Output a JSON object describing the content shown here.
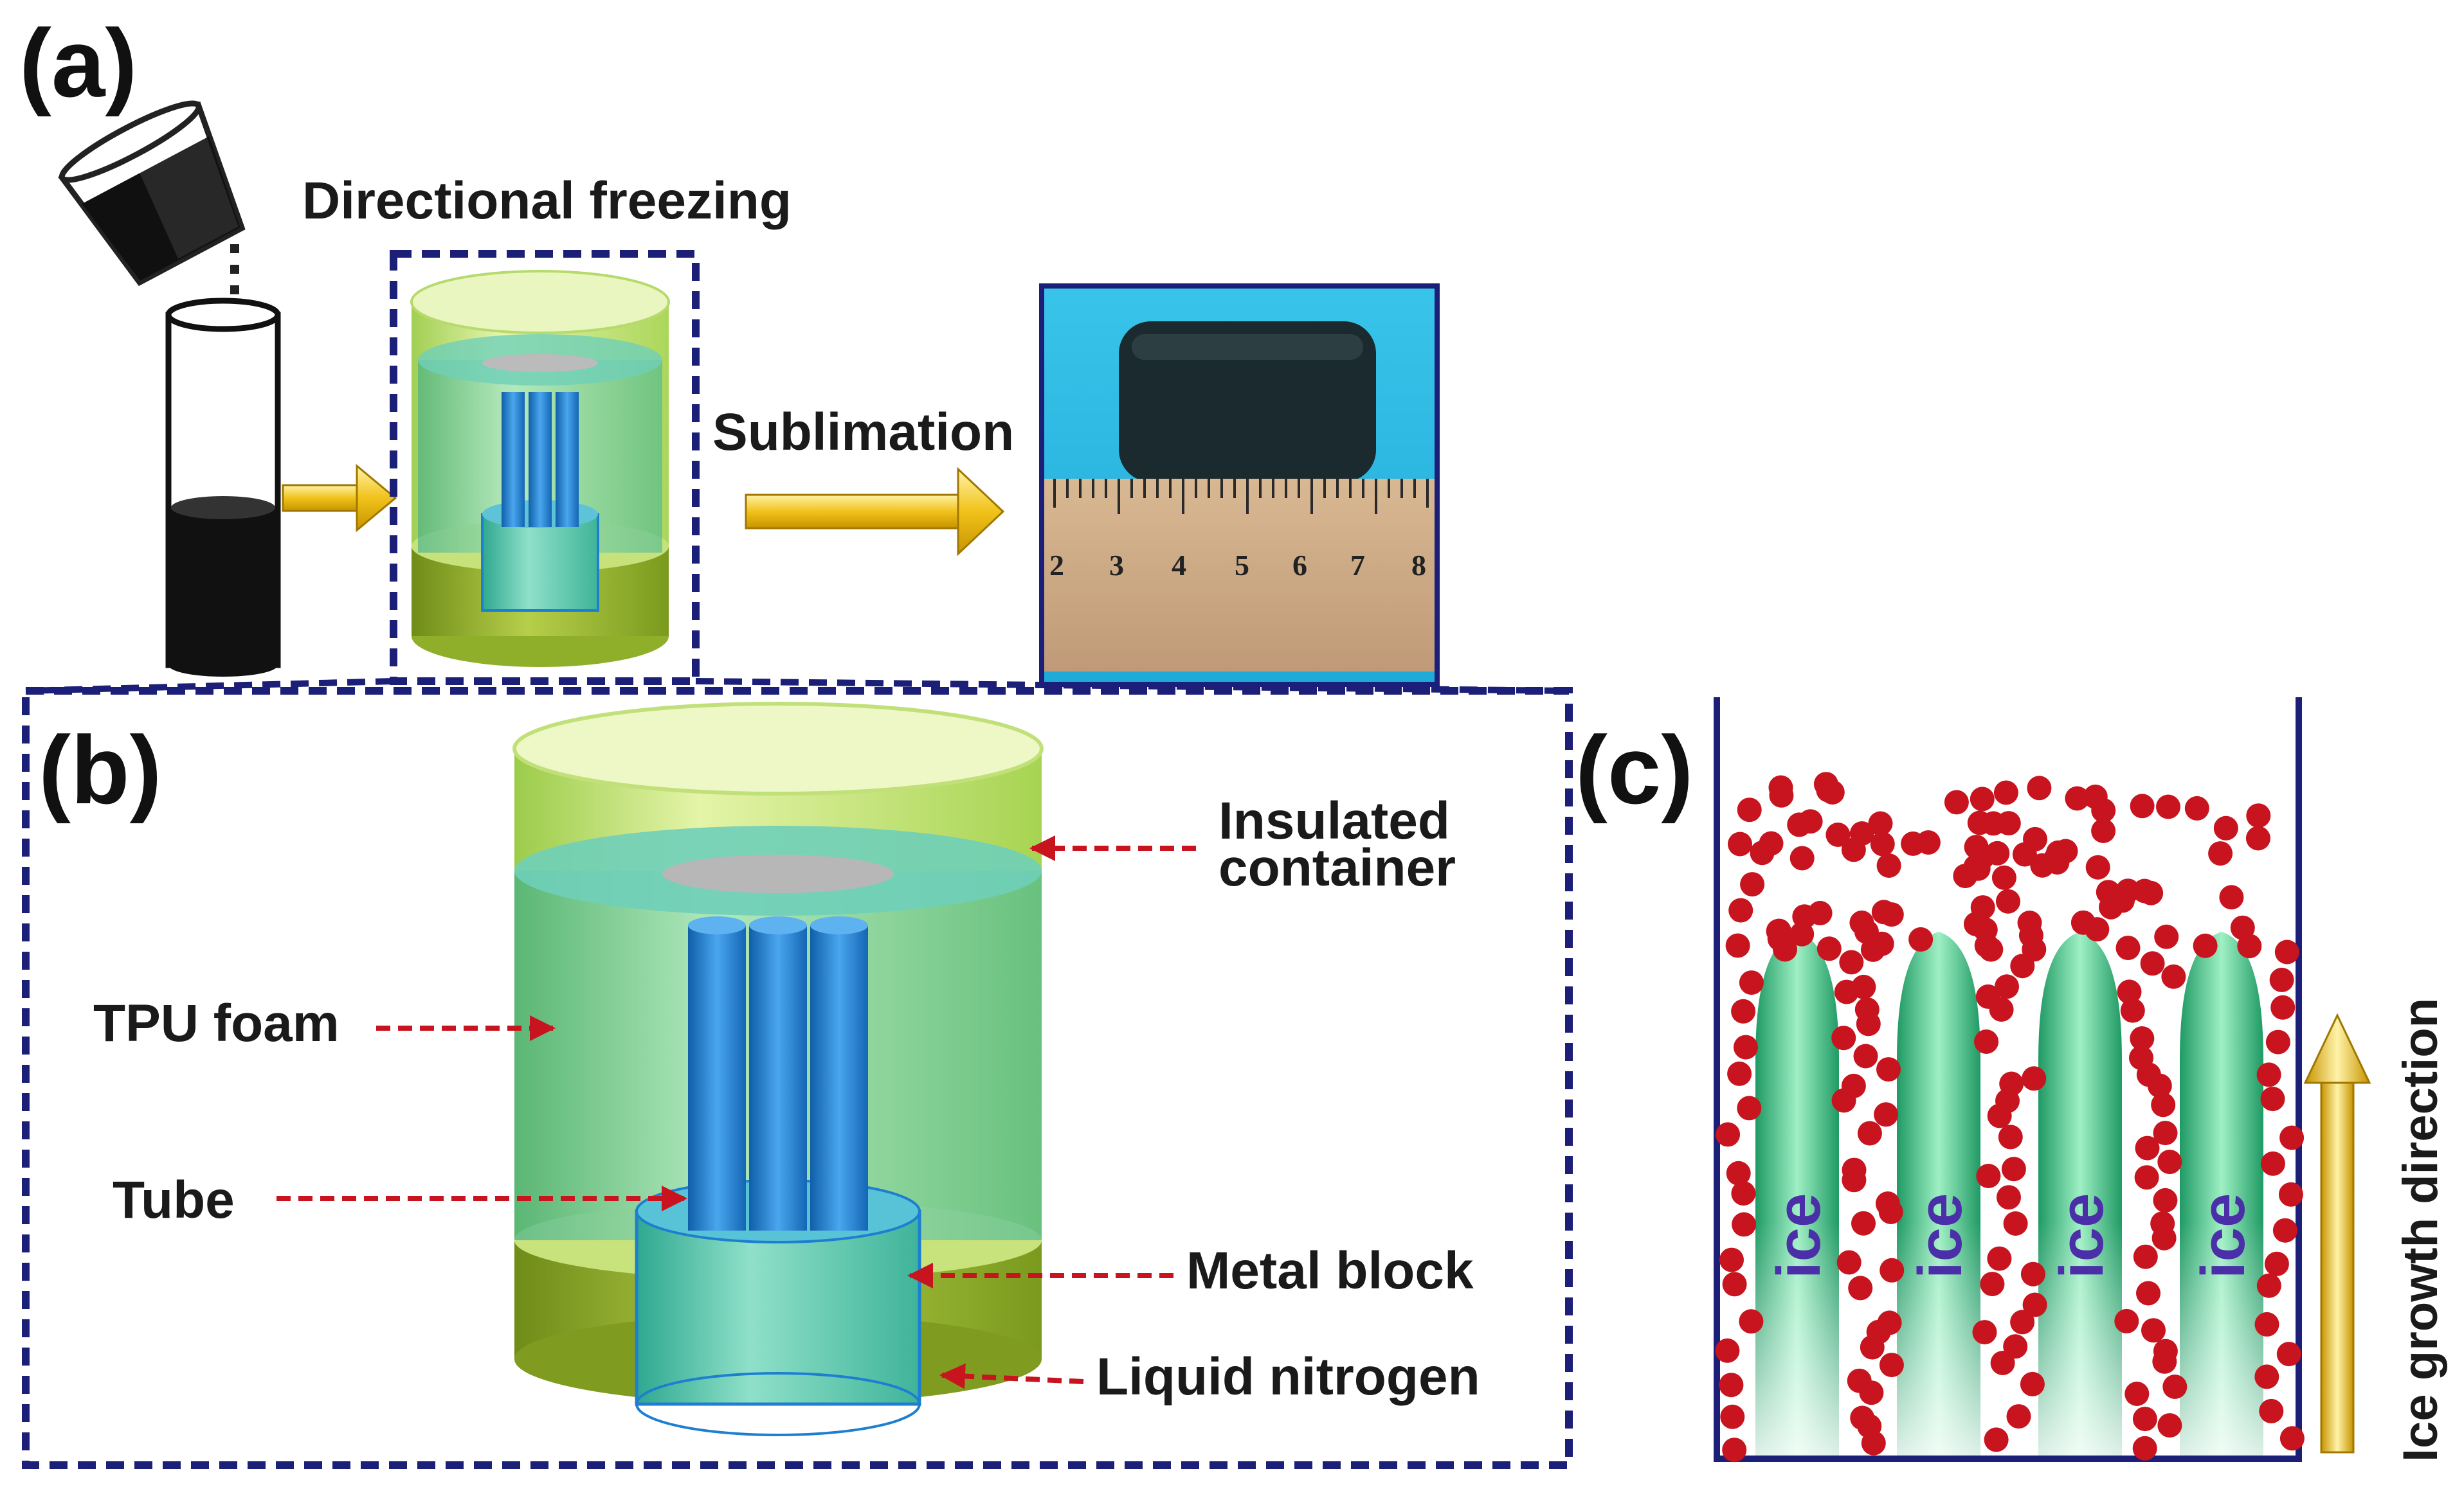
{
  "panels": {
    "a": {
      "label": "(a)",
      "directional_freezing": "Directional freezing",
      "sublimation": "Sublimation",
      "ruler_ticks": [
        "2",
        "3",
        "4",
        "5",
        "6",
        "7",
        "8"
      ]
    },
    "b": {
      "label": "(b)",
      "insulated_container_line1": "Insulated",
      "insulated_container_line2": "container",
      "tpu_foam": "TPU foam",
      "tube": "Tube",
      "metal_block": "Metal block",
      "liquid_nitrogen": "Liquid nitrogen"
    },
    "c": {
      "label": "(c)",
      "crystal_label": "ice",
      "growth_direction": "Ice growth direction"
    }
  },
  "colors": {
    "container_green": "#b8df6a",
    "foam_teal": "#4fc0a8",
    "tube_blue": "#1e7fd0",
    "liquid_olive": "#8fae2a",
    "particle_red": "#c8141e",
    "ice_green": "#2fb879",
    "frame_navy": "#1c1f78",
    "arrow_yellow": "#f1c21a",
    "dash_red": "#c8141e"
  }
}
